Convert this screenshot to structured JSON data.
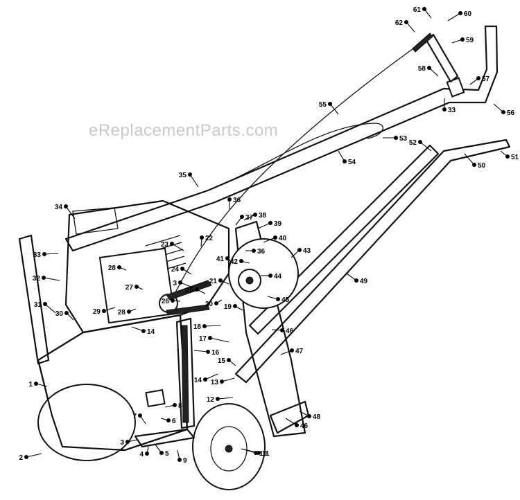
{
  "watermark": "eReplacementParts.com",
  "callouts": [
    {
      "num": "1"
    },
    {
      "num": "2"
    },
    {
      "num": "3"
    },
    {
      "num": "3"
    },
    {
      "num": "4"
    },
    {
      "num": "5"
    },
    {
      "num": "6"
    },
    {
      "num": "7"
    },
    {
      "num": "8"
    },
    {
      "num": "9"
    },
    {
      "num": "10"
    },
    {
      "num": "11"
    },
    {
      "num": "12"
    },
    {
      "num": "13"
    },
    {
      "num": "14"
    },
    {
      "num": "14"
    },
    {
      "num": "15"
    },
    {
      "num": "16"
    },
    {
      "num": "17"
    },
    {
      "num": "18"
    },
    {
      "num": "19"
    },
    {
      "num": "20"
    },
    {
      "num": "21"
    },
    {
      "num": "22"
    },
    {
      "num": "23"
    },
    {
      "num": "24"
    },
    {
      "num": "25"
    },
    {
      "num": "26"
    },
    {
      "num": "27"
    },
    {
      "num": "28"
    },
    {
      "num": "28"
    },
    {
      "num": "29"
    },
    {
      "num": "30"
    },
    {
      "num": "31"
    },
    {
      "num": "32"
    },
    {
      "num": "33"
    },
    {
      "num": "33"
    },
    {
      "num": "34"
    },
    {
      "num": "35"
    },
    {
      "num": "36"
    },
    {
      "num": "36"
    },
    {
      "num": "37"
    },
    {
      "num": "38"
    },
    {
      "num": "39"
    },
    {
      "num": "40"
    },
    {
      "num": "41"
    },
    {
      "num": "42"
    },
    {
      "num": "43"
    },
    {
      "num": "44"
    },
    {
      "num": "45"
    },
    {
      "num": "46"
    },
    {
      "num": "46"
    },
    {
      "num": "47"
    },
    {
      "num": "48"
    },
    {
      "num": "49"
    },
    {
      "num": "50"
    },
    {
      "num": "51"
    },
    {
      "num": "52"
    },
    {
      "num": "53"
    },
    {
      "num": "54"
    },
    {
      "num": "55"
    },
    {
      "num": "56"
    },
    {
      "num": "57"
    },
    {
      "num": "58"
    },
    {
      "num": "59"
    },
    {
      "num": "60"
    },
    {
      "num": "61"
    },
    {
      "num": "62"
    }
  ]
}
